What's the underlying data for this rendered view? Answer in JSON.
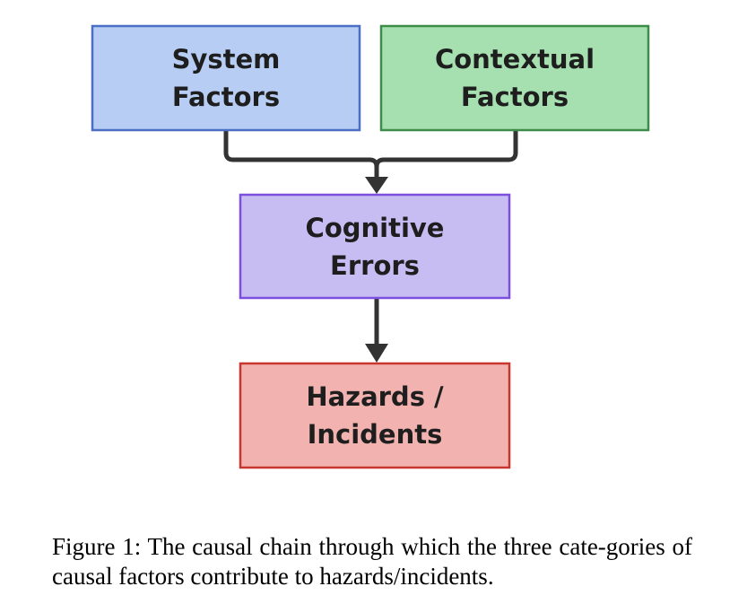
{
  "diagram": {
    "nodes": {
      "system_factors": {
        "line1": "System",
        "line2": "Factors",
        "fill": "#b7cdf3",
        "stroke": "#4a6fc4"
      },
      "contextual_factors": {
        "line1": "Contextual",
        "line2": "Factors",
        "fill": "#a7e0b0",
        "stroke": "#3d8c4a"
      },
      "cognitive_errors": {
        "line1": "Cognitive",
        "line2": "Errors",
        "fill": "#c8bdf2",
        "stroke": "#7c4fe0"
      },
      "hazards_incidents": {
        "line1": "Hazards /",
        "line2": "Incidents",
        "fill": "#f2b3b0",
        "stroke": "#c8362f"
      }
    },
    "edges": [
      {
        "from": "system_factors",
        "to": "cognitive_errors"
      },
      {
        "from": "contextual_factors",
        "to": "cognitive_errors"
      },
      {
        "from": "cognitive_errors",
        "to": "hazards_incidents"
      }
    ],
    "connector_color": "#333333"
  },
  "caption": {
    "text": "Figure 1: The causal chain through which the three cate-gories of causal factors contribute to hazards/incidents."
  }
}
